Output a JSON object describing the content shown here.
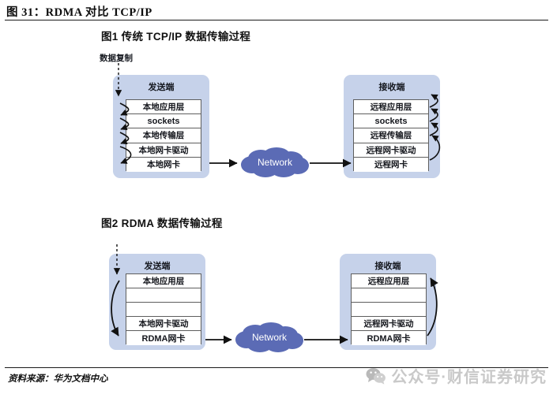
{
  "header": {
    "figure_title": "图 31：RDMA 对比 TCP/IP"
  },
  "footer": {
    "source": "资料来源：华为文档中心",
    "watermark": "公众号·财信证券研究",
    "watermark_icon": "wechat-icon"
  },
  "diagram1": {
    "caption": "图1 传统 TCP/IP 数据传输过程",
    "annotation": "数据复制",
    "cloud_label": "Network",
    "sender": {
      "title": "发送端",
      "rows": [
        "本地应用层",
        "sockets",
        "本地传输层",
        "本地网卡驱动",
        "本地网卡"
      ]
    },
    "receiver": {
      "title": "接收端",
      "rows": [
        "远程应用层",
        "sockets",
        "远程传输层",
        "远程网卡驱动",
        "远程网卡"
      ]
    }
  },
  "diagram2": {
    "caption": "图2 RDMA 数据传输过程",
    "cloud_label": "Network",
    "sender": {
      "title": "发送端",
      "rows": [
        "本地应用层",
        "",
        "",
        "本地网卡驱动",
        "RDMA网卡"
      ]
    },
    "receiver": {
      "title": "接收端",
      "rows": [
        "远程应用层",
        "",
        "",
        "远程网卡驱动",
        "RDMA网卡"
      ]
    }
  },
  "colors": {
    "panel_fill": "#c6d2ea",
    "cloud_fill": "#5b6bb5",
    "rule": "#1a1a1a",
    "box_border": "#5e5e5e",
    "watermark": "#c9c9c9"
  }
}
